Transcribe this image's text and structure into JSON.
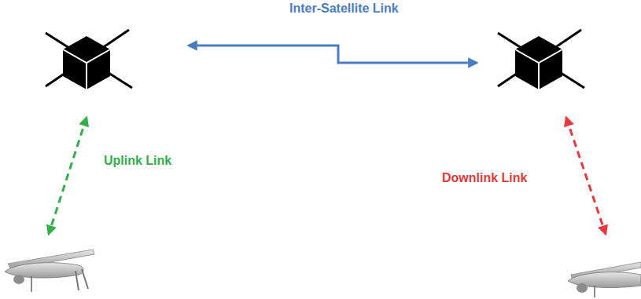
{
  "diagram": {
    "labels": [
      "Inter-Satellite Link",
      "Uplink Link",
      "Downlink Link"
    ]
  }
}
